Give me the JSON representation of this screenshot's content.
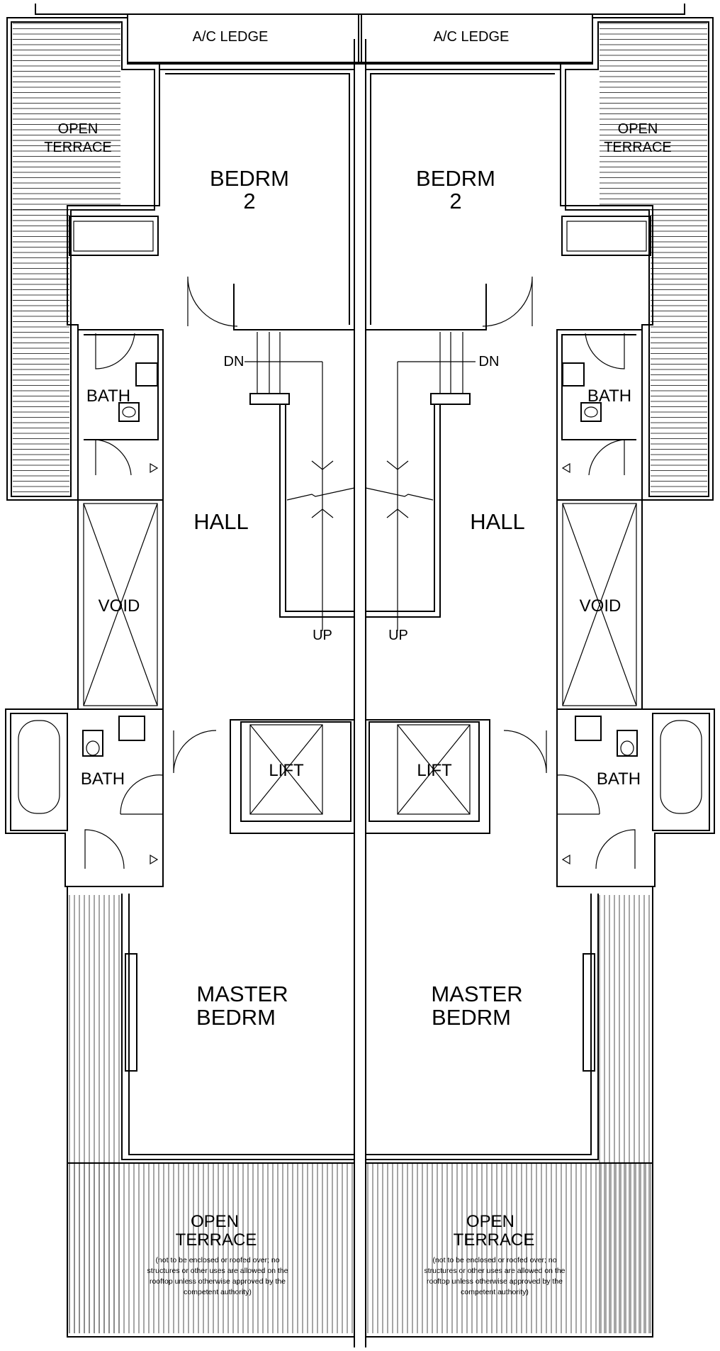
{
  "units": {
    "left": {
      "ac_ledge": "A/C LEDGE",
      "open_terrace_top": [
        "OPEN",
        "TERRACE"
      ],
      "bedroom2": [
        "BEDRM",
        "2"
      ],
      "bath_upper": "BATH",
      "hall": "HALL",
      "void": "VOID",
      "bath_lower": "BATH",
      "lift": "LIFT",
      "master": [
        "MASTER",
        "BEDRM"
      ],
      "open_terrace_bottom": [
        "OPEN",
        "TERRACE"
      ],
      "note": [
        "(not to be enclosed or roofed over; no",
        "structures or other uses are allowed on the",
        "rooftop unless otherwise approved by the",
        "competent authority)"
      ],
      "stair_dn": "DN",
      "stair_up": "UP"
    },
    "right": {
      "ac_ledge": "A/C LEDGE",
      "open_terrace_top": [
        "OPEN",
        "TERRACE"
      ],
      "bedroom2": [
        "BEDRM",
        "2"
      ],
      "bath_upper": "BATH",
      "hall": "HALL",
      "void": "VOID",
      "bath_lower": "BATH",
      "lift": "LIFT",
      "master": [
        "MASTER",
        "BEDRM"
      ],
      "open_terrace_bottom": [
        "OPEN",
        "TERRACE"
      ],
      "note": [
        "(not to be enclosed or roofed over; no",
        "structures or other uses are allowed on the",
        "rooftop unless otherwise approved by the",
        "competent authority)"
      ],
      "stair_dn": "DN",
      "stair_up": "UP"
    }
  }
}
